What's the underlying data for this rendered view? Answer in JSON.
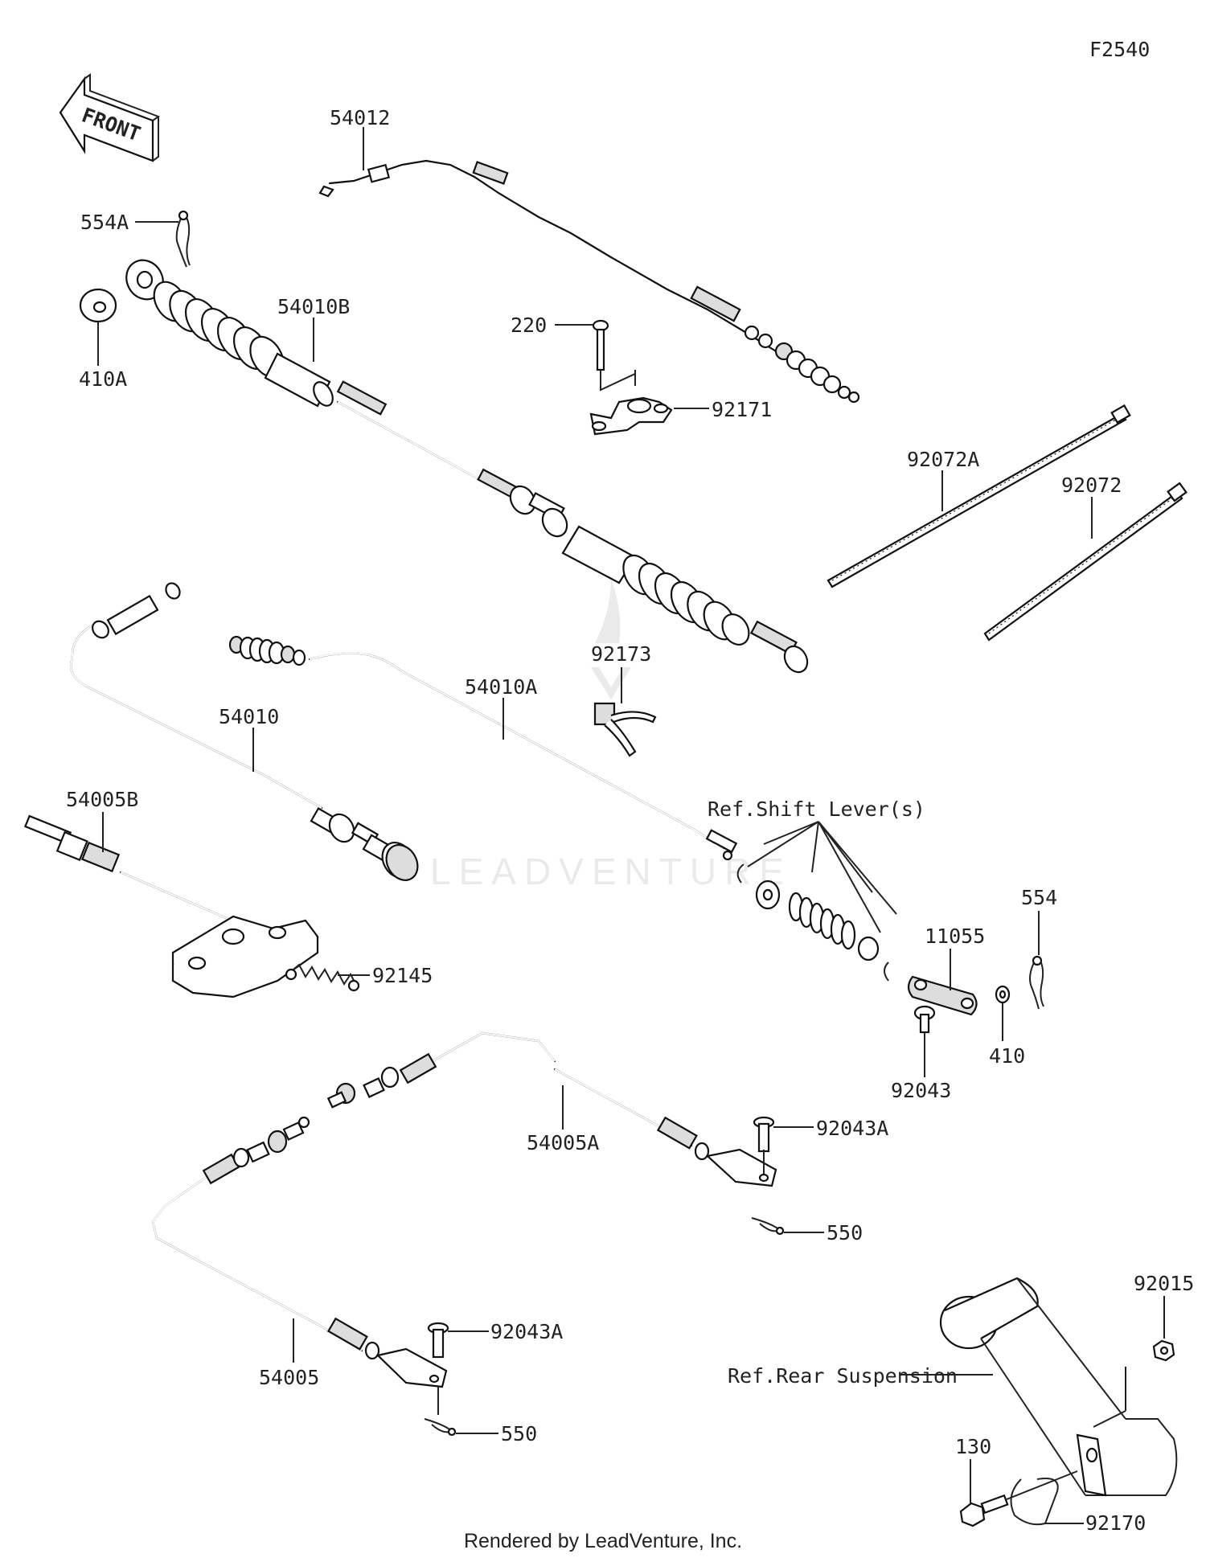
{
  "diagram": {
    "figure_code": "F2540",
    "front_arrow_text": "FRONT",
    "footer": "Rendered by LeadVenture, Inc.",
    "watermark": "LEADVENTURE",
    "references": {
      "shift_lever": "Ref.Shift Lever(s)",
      "rear_suspension": "Ref.Rear Suspension"
    },
    "parts": {
      "p54012": "54012",
      "p554A": "554A",
      "p410A": "410A",
      "p54010B": "54010B",
      "p220": "220",
      "p92171": "92171",
      "p92072A": "92072A",
      "p92072": "92072",
      "p92173": "92173",
      "p54010A": "54010A",
      "p54010": "54010",
      "p54005B": "54005B",
      "p92145": "92145",
      "p11055": "11055",
      "p554": "554",
      "p410": "410",
      "p92043": "92043",
      "p54005A": "54005A",
      "p92043A_1": "92043A",
      "p550_1": "550",
      "p54005": "54005",
      "p92043A_2": "92043A",
      "p550_2": "550",
      "p92015": "92015",
      "p130": "130",
      "p92170": "92170"
    }
  }
}
